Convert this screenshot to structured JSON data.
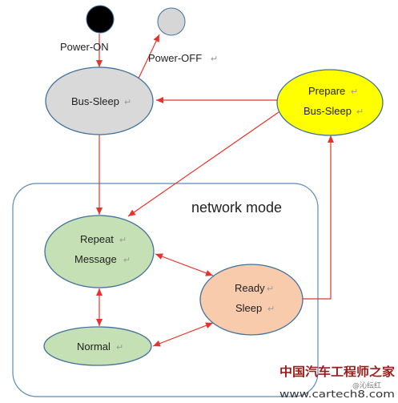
{
  "diagram": {
    "states": {
      "power_on": {
        "label": "Power-ON",
        "color": "#000000"
      },
      "power_off": {
        "label": "Power-OFF",
        "color": "#d6d6d6"
      },
      "bus_sleep": {
        "label": "Bus-Sleep",
        "color": "#d9d9d9"
      },
      "prepare_bus_sleep": {
        "line1": "Prepare",
        "line2": "Bus-Sleep",
        "color": "#ffff00"
      },
      "repeat_message": {
        "line1": "Repeat",
        "line2": "Message",
        "color": "#c5e0b4"
      },
      "normal": {
        "label": "Normal",
        "color": "#c5e0b4"
      },
      "ready_sleep": {
        "line1": "Ready",
        "line2": "Sleep",
        "color": "#f8cbad"
      }
    },
    "network_mode_label": "network mode",
    "paragraph_mark": "↵",
    "arrow_color": "#e8322d",
    "region_border_color": "#5b8bb5",
    "node_border_color": "#41719c"
  },
  "watermark": {
    "cn": "中国汽车工程师之家",
    "url": "www.cartech8.com",
    "small": "@沁纭红"
  }
}
